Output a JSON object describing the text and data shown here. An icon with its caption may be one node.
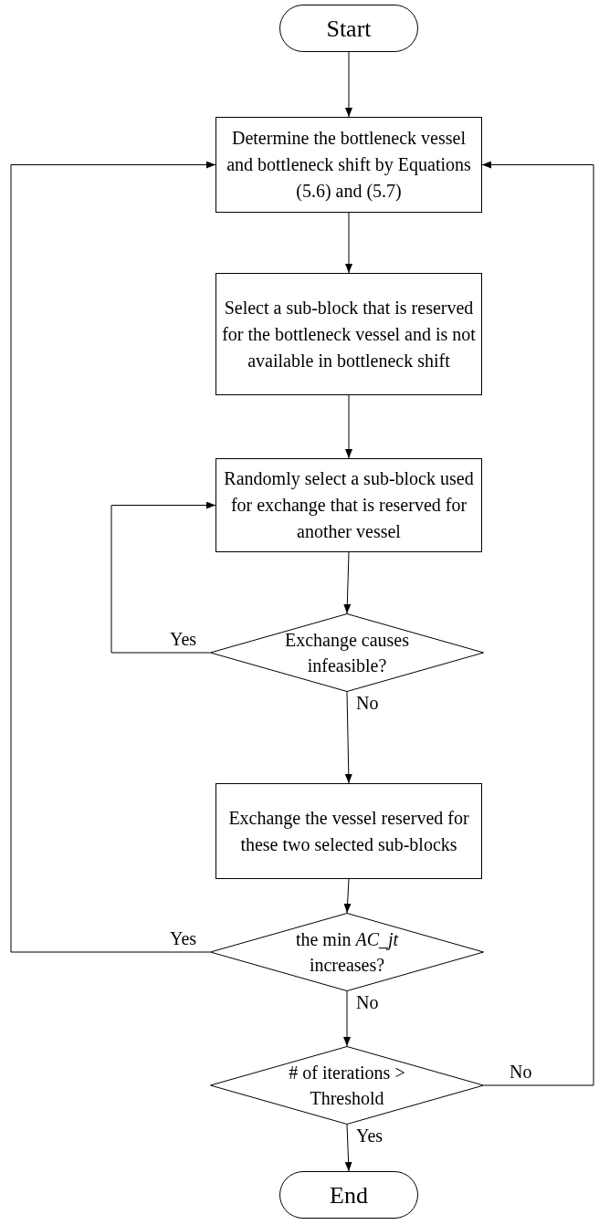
{
  "diagram": {
    "nodes": [
      {
        "text": [
          "Start"
        ]
      },
      {
        "text": [
          "Determine the bottleneck vessel and bottleneck shift by Equations (5.6) and (5.7)"
        ]
      },
      {
        "text": [
          "Select a sub-block that is reserved for the bottleneck vessel and is not available in bottleneck shift"
        ]
      },
      {
        "text": [
          "Randomly select a sub-block used for exchange that is reserved for another vessel"
        ]
      },
      {
        "text": [
          "Exchange causes infeasible?"
        ]
      },
      {
        "text": [
          "Exchange the vessel reserved for these two selected sub-blocks"
        ]
      },
      {
        "text": [
          "the min *AC_jt* increases?"
        ]
      },
      {
        "text": [
          "# of iterations > Threshold"
        ]
      },
      {
        "text": [
          "End"
        ]
      }
    ],
    "edges": [
      {
        "from": 0,
        "to": 1,
        "arrow": "to"
      },
      {
        "from": 1,
        "to": 2,
        "arrow": "to"
      },
      {
        "from": 2,
        "to": 3,
        "arrow": "to"
      },
      {
        "from": 3,
        "to": 4,
        "arrow": "to"
      },
      {
        "from": 4,
        "to": 3,
        "arrow": "to",
        "label": "Yes"
      },
      {
        "from": 4,
        "to": 5,
        "arrow": "to",
        "label": "No"
      },
      {
        "from": 5,
        "to": 6,
        "arrow": "to"
      },
      {
        "from": 6,
        "to": 1,
        "arrow": "to",
        "label": "Yes"
      },
      {
        "from": 6,
        "to": 7,
        "arrow": "to",
        "label": "No"
      },
      {
        "from": 7,
        "to": 1,
        "arrow": "to",
        "label": "No"
      },
      {
        "from": 7,
        "to": 8,
        "arrow": "to",
        "label": "Yes"
      }
    ]
  }
}
